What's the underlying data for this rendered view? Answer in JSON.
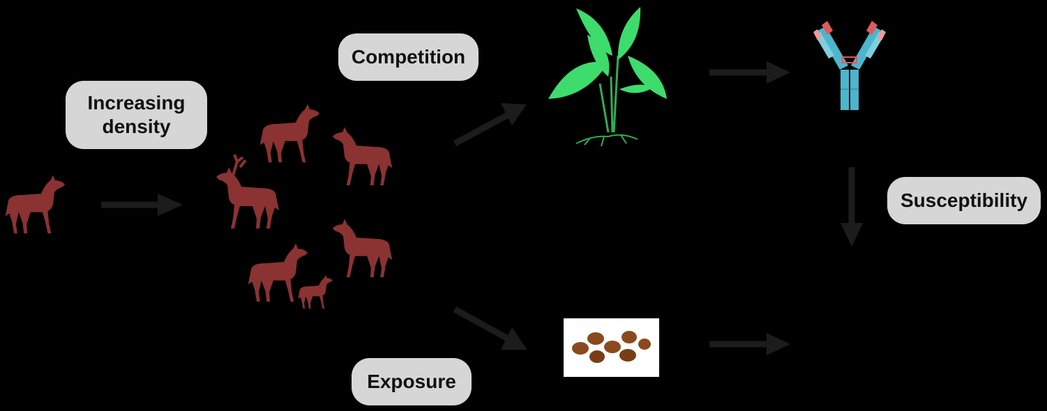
{
  "labels": {
    "increasing_density": "Increasing\ndensity",
    "competition": "Competition",
    "exposure": "Exposure",
    "susceptibility": "Susceptibility"
  },
  "colors": {
    "background": "#000000",
    "pill": "#d6d6d6",
    "deer": "#8b3232",
    "arrow": "#1c1c1c",
    "plant": "#3ddc6c",
    "antibody_blue": "#4bb6cc",
    "antibody_red": "#e05a5a",
    "feces": "#8b4a1e"
  },
  "icons": [
    "deer-icon",
    "red-deer-stag-icon",
    "plant-icon",
    "antibody-icon",
    "feces-icon"
  ]
}
